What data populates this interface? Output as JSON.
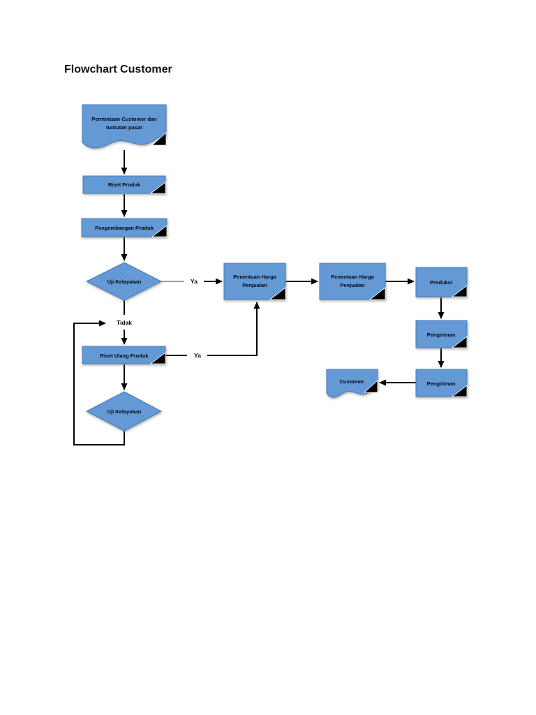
{
  "page": {
    "title": "Flowchart Customer"
  },
  "colors": {
    "background": "#ffffff",
    "shape_fill": "#6399d5",
    "shape_stroke": "#4a7ab5",
    "connector": "#000000",
    "connector_muted": "#9b9b9b",
    "fold": "#000000",
    "text": "#06060f"
  },
  "nodes": {
    "permintaan": {
      "type": "document",
      "line1": "Permintaan Customer dan",
      "line2": "tuntutan pasar"
    },
    "riset_produk": {
      "type": "process",
      "label": "Riset Produk"
    },
    "pengembangan_produk": {
      "type": "process",
      "label": "Pengembangan Produk"
    },
    "uji_kelayakan_1": {
      "type": "decision",
      "label": "Uji Kelayakan"
    },
    "penentuan_harga_1": {
      "type": "process",
      "line1": "Penentuan Harga",
      "line2": "Penjualan"
    },
    "penentuan_harga_2": {
      "type": "process",
      "line1": "Penentuan Harga",
      "line2": "Penjualan"
    },
    "produksi": {
      "type": "process",
      "label": "Produksi"
    },
    "pengiriman_1": {
      "type": "process",
      "label": "Pengiriman"
    },
    "pengiriman_2": {
      "type": "process",
      "label": "Pengiriman"
    },
    "customer": {
      "type": "document",
      "label": "Customer"
    },
    "riset_ulang_produk": {
      "type": "process",
      "label": "Riset Ulang Produk"
    },
    "uji_kelayakan_2": {
      "type": "decision",
      "label": "Uji Kelayakan"
    }
  },
  "edge_labels": {
    "ya_1": "Ya",
    "tidak": "Tidak",
    "ya_2": "Ya"
  }
}
